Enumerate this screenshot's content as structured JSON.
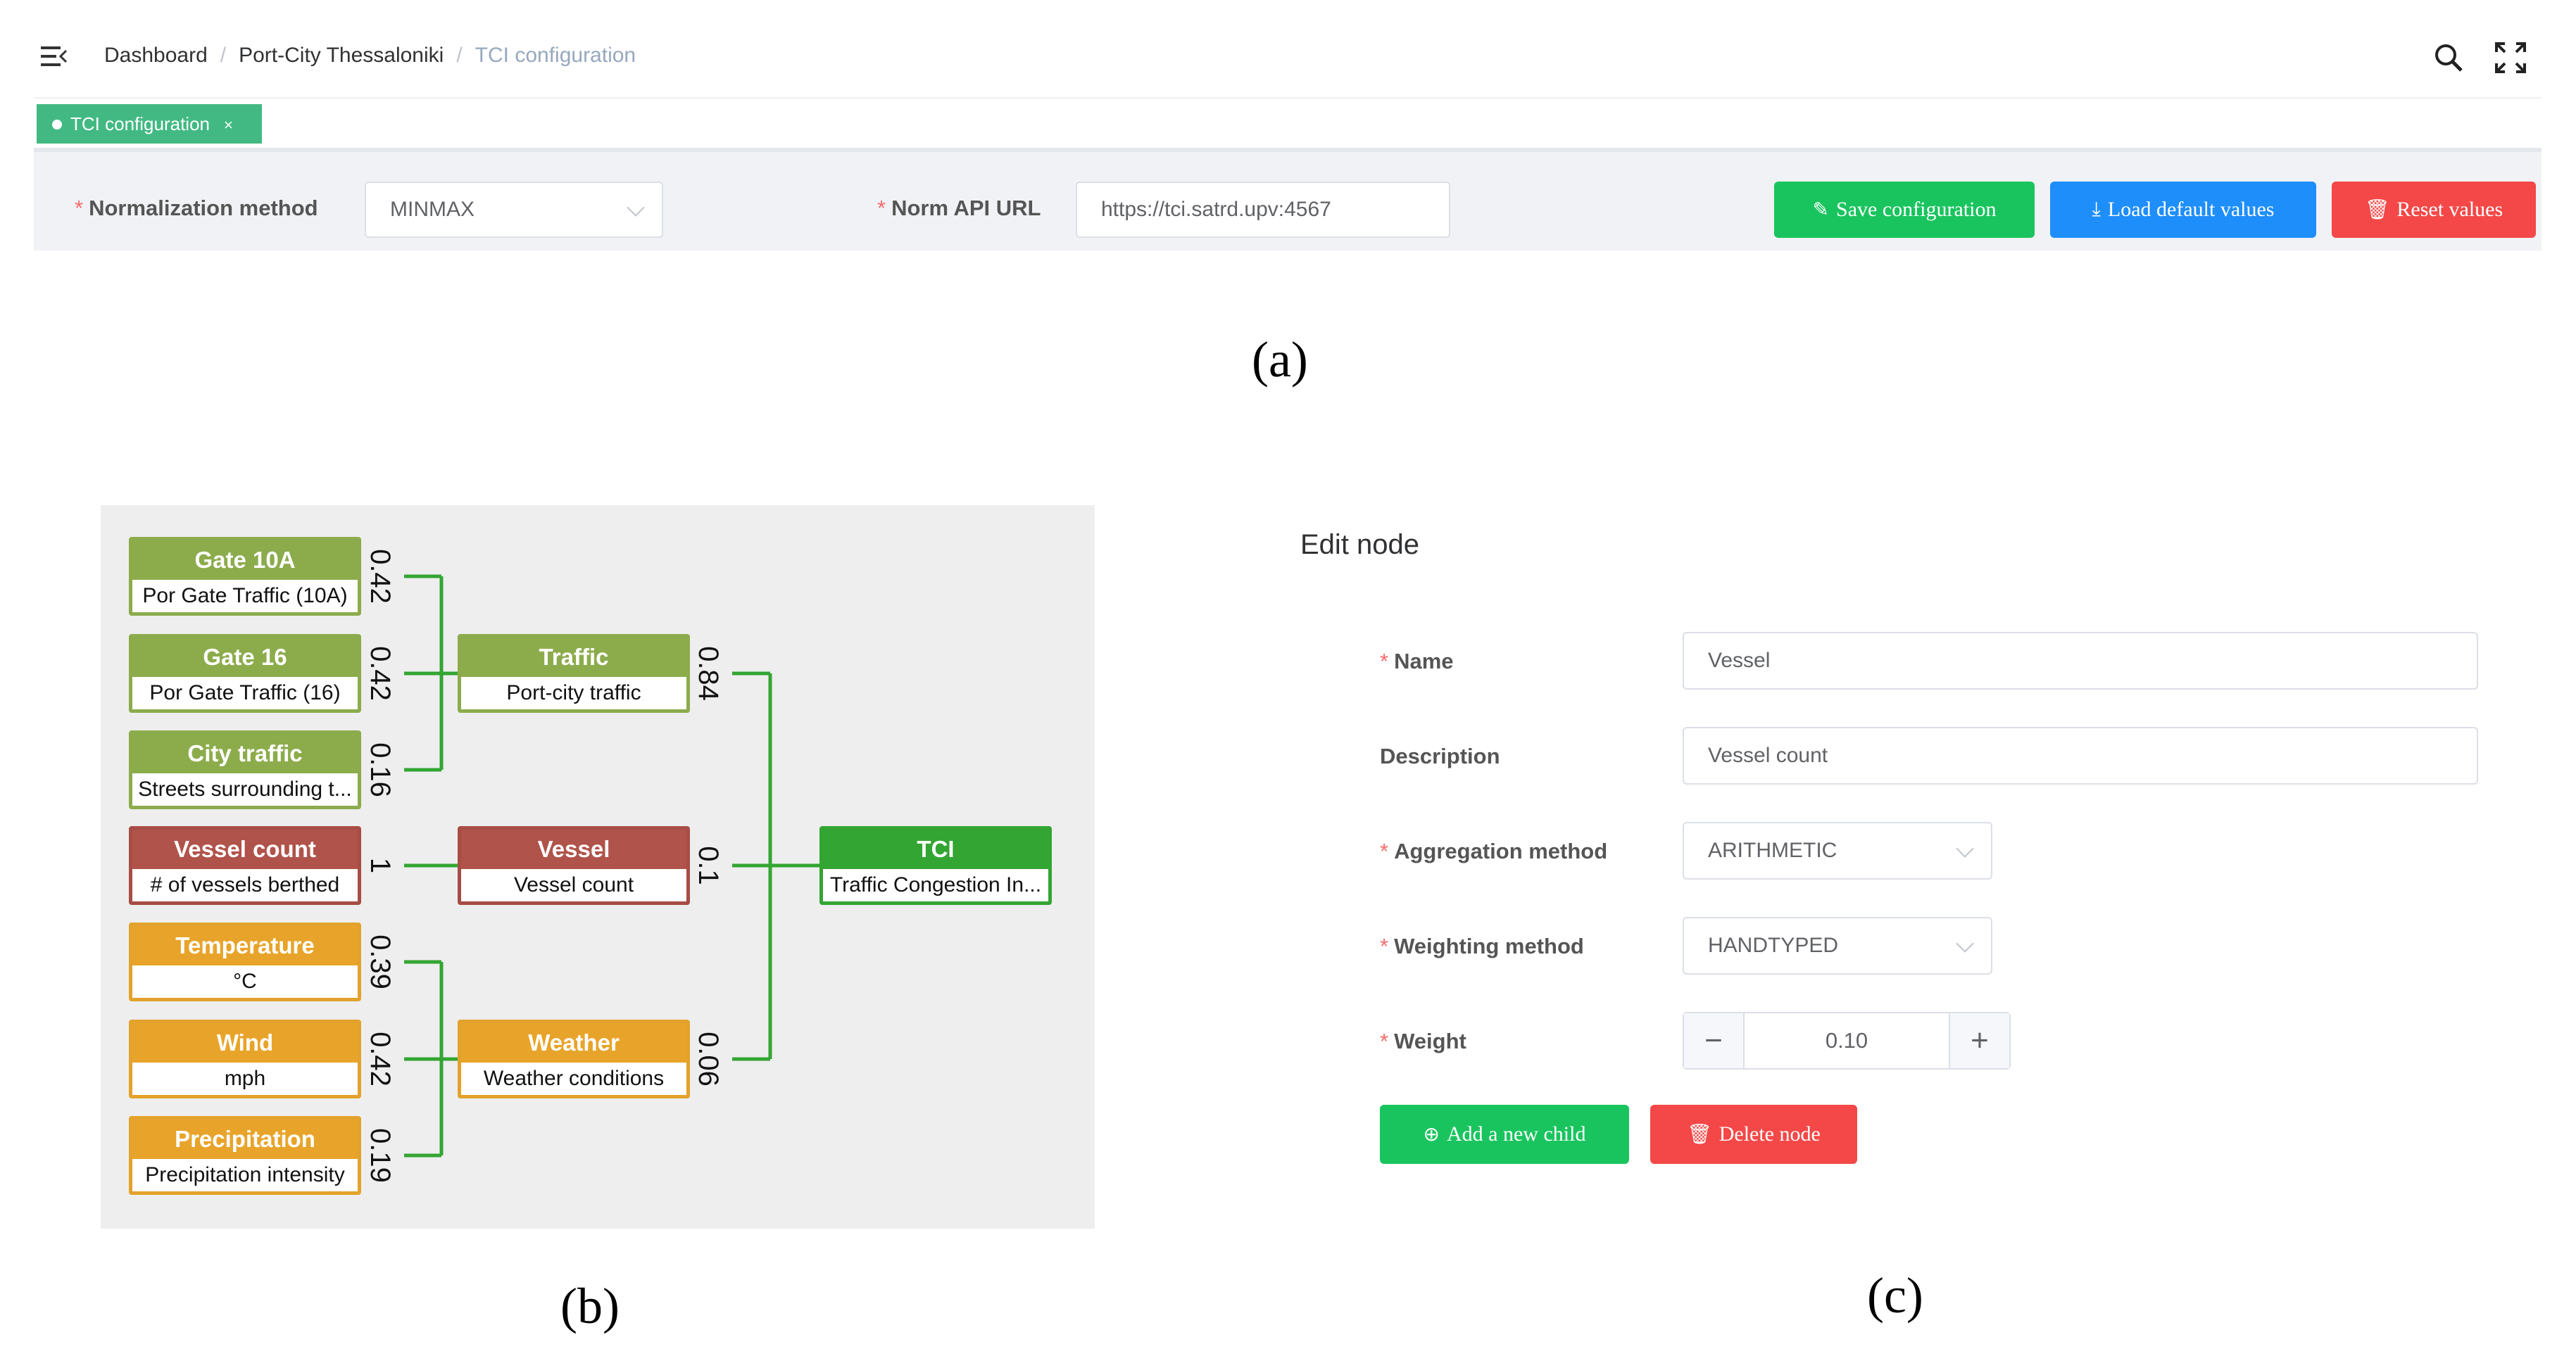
{
  "breadcrumb": {
    "items": [
      "Dashboard",
      "Port-City Thessaloniki",
      "TCI configuration"
    ]
  },
  "tab": {
    "label": "TCI configuration",
    "close": "×"
  },
  "config": {
    "normalization_label": "Normalization method",
    "normalization_value": "MINMAX",
    "norm_api_label": "Norm API URL",
    "norm_api_value": "https://tci.satrd.upv:4567",
    "save_label": "Save configuration",
    "load_label": "Load default values",
    "reset_label": "Reset values",
    "required_mark": "*"
  },
  "captions": {
    "a": "(a)",
    "b": "(b)",
    "c": "(c)"
  },
  "tree": {
    "nodes": [
      {
        "id": "gate10a",
        "title": "Gate 10A",
        "desc": "Por Gate Traffic (10A)",
        "weight": "0.42",
        "color": "#8cac4c"
      },
      {
        "id": "gate16",
        "title": "Gate 16",
        "desc": "Por Gate Traffic (16)",
        "weight": "0.42",
        "color": "#8cac4c"
      },
      {
        "id": "city",
        "title": "City traffic",
        "desc": "Streets surrounding t...",
        "weight": "0.16",
        "color": "#8cac4c"
      },
      {
        "id": "vesselcount",
        "title": "Vessel count",
        "desc": "# of vessels berthed",
        "weight": "1",
        "color": "#b0534b"
      },
      {
        "id": "temperature",
        "title": "Temperature",
        "desc": "°C",
        "weight": "0.39",
        "color": "#e8a42a"
      },
      {
        "id": "wind",
        "title": "Wind",
        "desc": "mph",
        "weight": "0.42",
        "color": "#e8a42a"
      },
      {
        "id": "precip",
        "title": "Precipitation",
        "desc": "Precipitation intensity",
        "weight": "0.19",
        "color": "#e8a42a"
      },
      {
        "id": "traffic",
        "title": "Traffic",
        "desc": "Port-city traffic",
        "weight": "0.84",
        "color": "#8cac4c"
      },
      {
        "id": "vessel",
        "title": "Vessel",
        "desc": "Vessel count",
        "weight": "0.1",
        "color": "#b0534b"
      },
      {
        "id": "weather",
        "title": "Weather",
        "desc": "Weather conditions",
        "weight": "0.06",
        "color": "#e8a42a"
      },
      {
        "id": "tci",
        "title": "TCI",
        "desc": "Traffic Congestion In...",
        "weight": "",
        "color": "#33a532"
      }
    ]
  },
  "edit": {
    "title": "Edit node",
    "name_label": "Name",
    "name_value": "Vessel",
    "desc_label": "Description",
    "desc_value": "Vessel count",
    "agg_label": "Aggregation method",
    "agg_value": "ARITHMETIC",
    "weighting_label": "Weighting method",
    "weighting_value": "HANDTYPED",
    "weight_label": "Weight",
    "weight_value": "0.10",
    "minus": "−",
    "plus": "+",
    "add_child_label": "Add a new child",
    "delete_label": "Delete node"
  }
}
